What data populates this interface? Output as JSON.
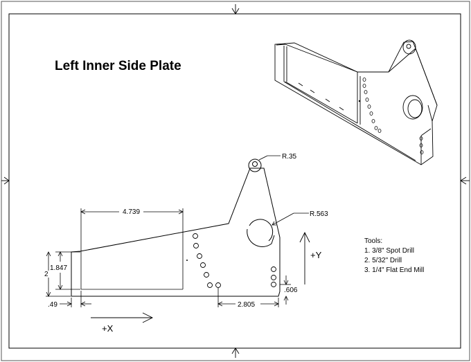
{
  "drawing": {
    "title": "Left Inner Side Plate",
    "labels": {
      "radius_lug": "R.35",
      "radius_bore": "R.563",
      "dim_top_width": "4.739",
      "dim_height_upper": "1.847",
      "dim_height_total": "2",
      "dim_left_offset": ".49",
      "dim_hole_x": "2.805",
      "dim_hole_y": ".606",
      "axis_x": "+X",
      "axis_y": "+Y"
    },
    "tools": {
      "heading": "Tools:",
      "items": [
        {
          "num": "1.",
          "frac": "3/8\"",
          "text": "Spot Drill"
        },
        {
          "num": "2.",
          "frac": "5/32\"",
          "text": "Drill"
        },
        {
          "num": "3.",
          "frac": "1/4\"",
          "text": "Flat End Mill"
        }
      ]
    }
  }
}
